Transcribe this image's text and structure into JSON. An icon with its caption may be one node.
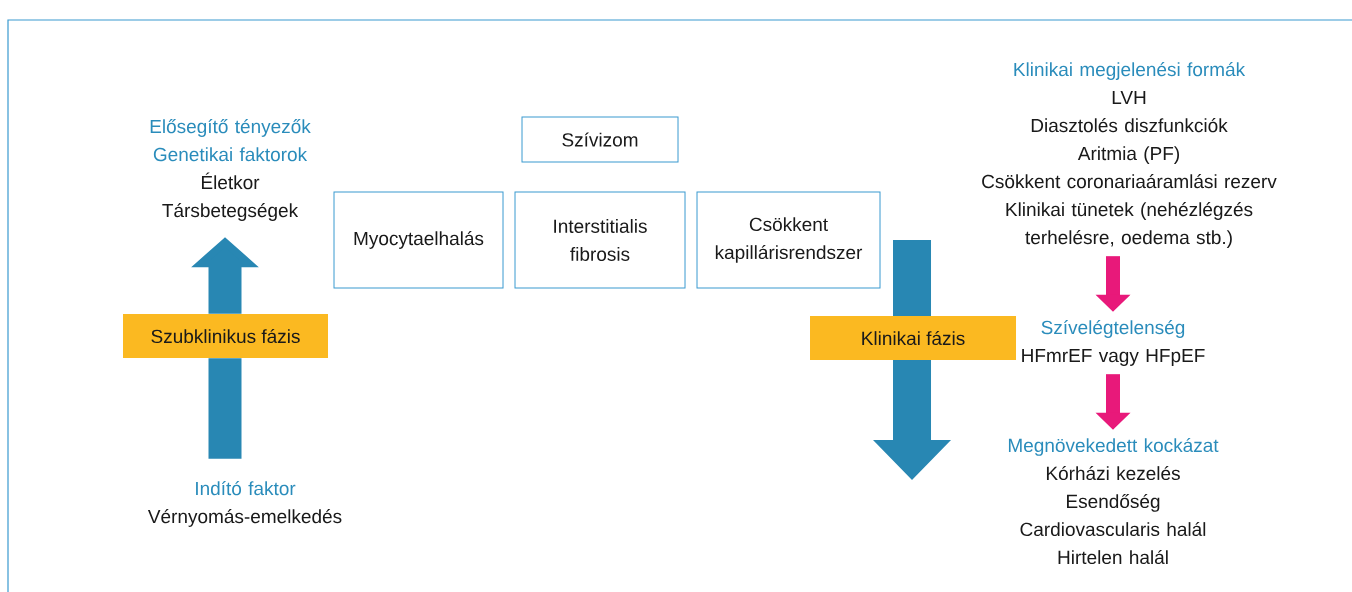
{
  "diagram": {
    "nodes": [
      {
        "text": [
          "Szívizom"
        ]
      },
      {
        "text": [
          "Myocytaelhalás"
        ]
      },
      {
        "text": [
          "Interstitialis fibrosis"
        ]
      },
      {
        "text": [
          "Csökkent kapillárisrendszer"
        ]
      },
      {
        "text": [
          "Elősegítő tényezők",
          "Genetikai faktorok",
          "Életkor",
          "Társbetegségek"
        ]
      },
      {
        "text": [
          "Indító faktor",
          "Vérnyomás-emelkedés"
        ]
      },
      {
        "text": [
          "Szubklinikus fázis"
        ]
      },
      {
        "text": [
          "Klinikai fázis"
        ]
      },
      {
        "text": [
          "Klinikai megjelenési formák",
          "LVH",
          "Diasztolés diszfunkciók",
          "Aritmia (PF)",
          "Csökkent coronariaáramlási rezerv",
          "Klinikai tünetek (nehézlégzés terhelésre, oedema stb.)"
        ]
      },
      {
        "text": [
          "Szívelégtelenség",
          "HFmrEF vagy HFpEF"
        ]
      },
      {
        "text": [
          "Megnövekedett kockázat",
          "Kórházi kezelés",
          "Esendőség",
          "Cardiovascularis halál",
          "Hirtelen halál"
        ]
      }
    ],
    "edges": [
      {
        "from": 5,
        "to": 6,
        "arrow": "none",
        "style": "thick",
        "color": "#2887b3"
      },
      {
        "from": 6,
        "to": 4,
        "arrow": "to",
        "style": "thick",
        "color": "#2887b3"
      },
      {
        "from": 8,
        "to": 9,
        "arrow": "to",
        "color": "#e8197a"
      },
      {
        "from": 9,
        "to": 10,
        "arrow": "to",
        "color": "#e8197a"
      }
    ]
  }
}
